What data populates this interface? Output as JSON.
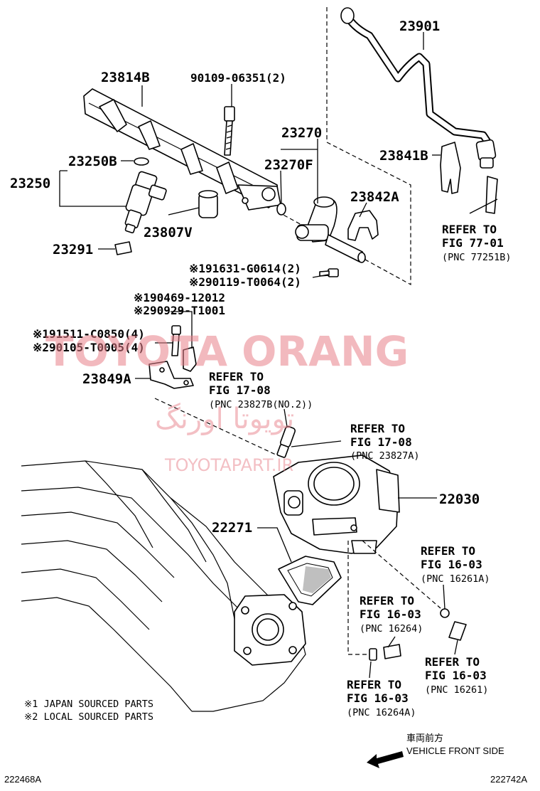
{
  "parts": {
    "p23901": "23901",
    "p23814B": "23814B",
    "p90109": "90109-06351(2)",
    "p23270": "23270",
    "p23250B": "23250B",
    "p23270F": "23270F",
    "p23250": "23250",
    "p23841B": "23841B",
    "p23842A": "23842A",
    "p23807V": "23807V",
    "p23291": "23291",
    "p91631": "※191631-G0614(2)",
    "p90119": "※290119-T0064(2)",
    "p90469": "※190469-12012",
    "p90929": "※290929-T1001",
    "p91511": "※191511-C0850(4)",
    "p90105": "※290105-T0005(4)",
    "p23849A": "23849A",
    "p22030": "22030",
    "p22271": "22271"
  },
  "refs": {
    "r77_1": "REFER TO",
    "r77_2": "FIG 77-01",
    "r77_3": "(PNC 77251B)",
    "r1708a_1": "REFER TO",
    "r1708a_2": "FIG 17-08",
    "r1708a_3": "(PNC 23827B(NO.2))",
    "r1708b_1": "REFER TO",
    "r1708b_2": "FIG 17-08",
    "r1708b_3": "(PNC 23827A)",
    "r1603a_1": "REFER TO",
    "r1603a_2": "FIG 16-03",
    "r1603a_3": "(PNC 16261A)",
    "r1603b_1": "REFER TO",
    "r1603b_2": "FIG 16-03",
    "r1603b_3": "(PNC 16264)",
    "r1603c_1": "REFER TO",
    "r1603c_2": "FIG 16-03",
    "r1603c_3": "(PNC 16261)",
    "r1603d_1": "REFER TO",
    "r1603d_2": "FIG 16-03",
    "r1603d_3": "(PNC 16264A)"
  },
  "notes": {
    "n1": "※1 JAPAN SOURCED PARTS",
    "n2": "※2 LOCAL SOURCED PARTS"
  },
  "direction": {
    "jp": "車両前方",
    "en": "VEHICLE FRONT SIDE"
  },
  "codes": {
    "left": "222468A",
    "right": "222742A"
  },
  "watermark": {
    "line1": "TOYOTA ORANG",
    "line2": "تویوتا اورنگ",
    "line3": "TOYOTAPART.IR"
  }
}
